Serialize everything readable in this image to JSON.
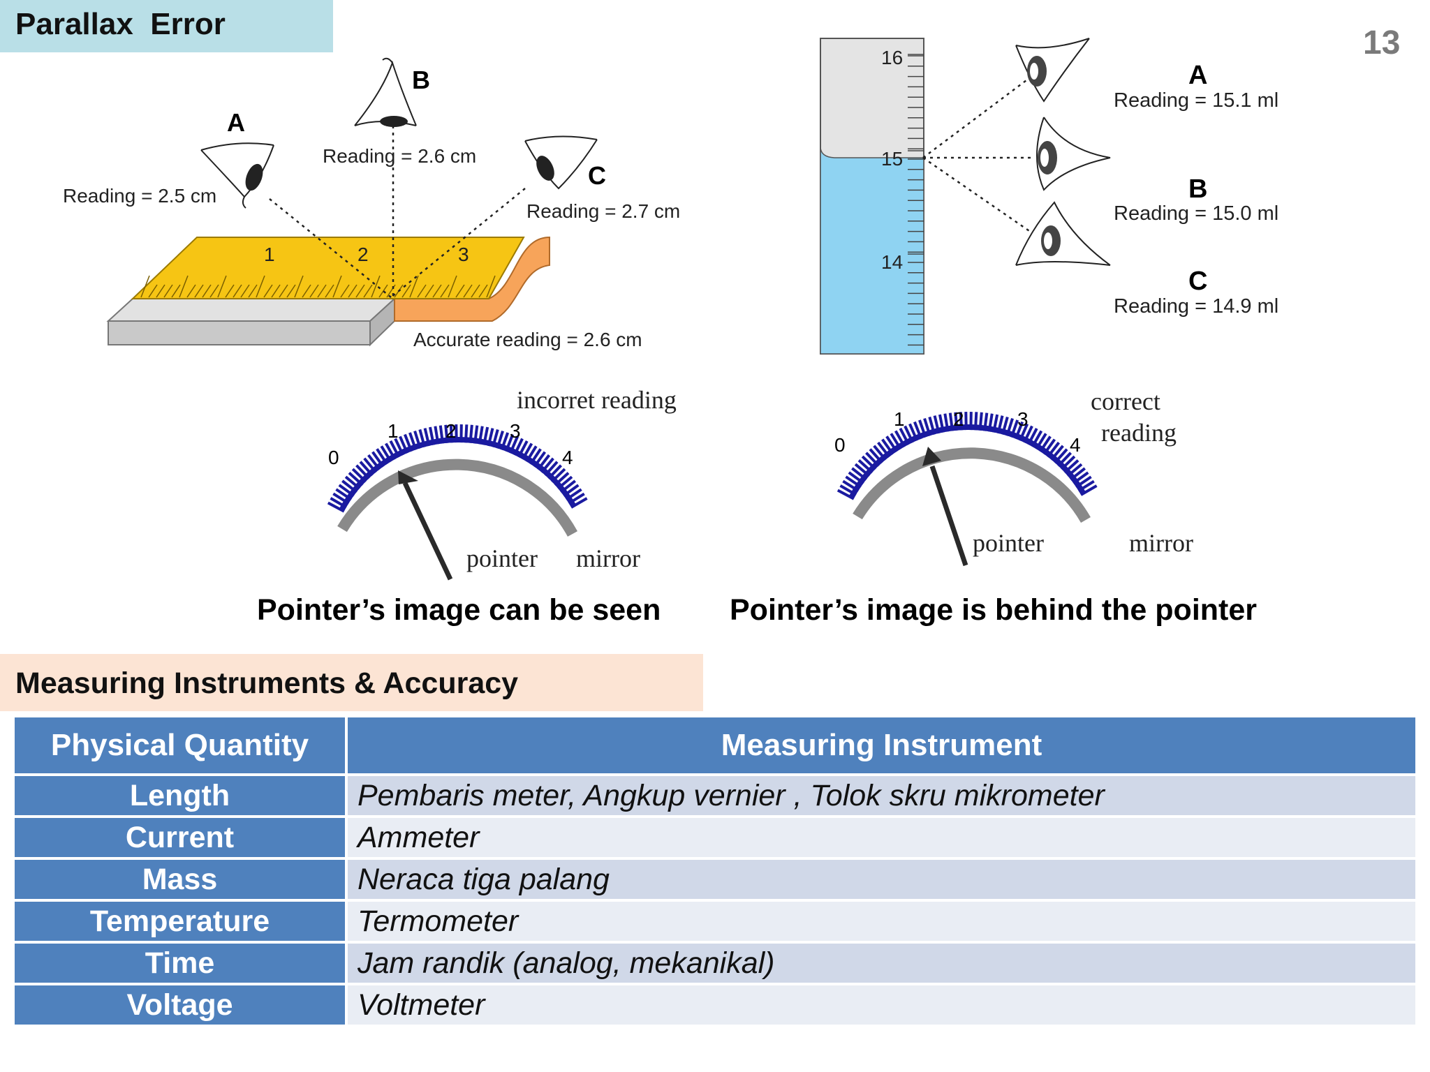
{
  "slide": {
    "title": "Parallax  Error",
    "page_number": "13"
  },
  "ruler": {
    "eye_a": {
      "letter": "A",
      "reading": "Reading = 2.5 cm"
    },
    "eye_b": {
      "letter": "B",
      "reading": "Reading = 2.6 cm"
    },
    "eye_c": {
      "letter": "C",
      "reading": "Reading = 2.7 cm"
    },
    "scale_numbers": [
      "1",
      "2",
      "3"
    ],
    "accurate_reading": "Accurate reading = 2.6 cm"
  },
  "cylinder": {
    "scale": [
      "16",
      "15",
      "14"
    ],
    "eye_a": {
      "letter": "A",
      "reading": "Reading = 15.1 ml"
    },
    "eye_b": {
      "letter": "B",
      "reading": "Reading = 15.0 ml"
    },
    "eye_c": {
      "letter": "C",
      "reading": "Reading = 14.9 ml"
    }
  },
  "meter_left": {
    "scale": [
      "0",
      "1",
      "2",
      "3",
      "4"
    ],
    "note": "incorret reading",
    "pointer_label": "pointer",
    "mirror_label": "mirror",
    "caption": "Pointer’s image can be seen"
  },
  "meter_right": {
    "scale": [
      "0",
      "1",
      "2",
      "3",
      "4"
    ],
    "note_line1": "correct",
    "note_line2": "reading",
    "pointer_label": "pointer",
    "mirror_label": "mirror",
    "caption": "Pointer’s image is behind the pointer"
  },
  "section": {
    "title": "Measuring Instruments & Accuracy"
  },
  "table": {
    "headers": [
      "Physical Quantity",
      "Measuring Instrument"
    ],
    "rows": [
      {
        "quantity": "Length",
        "instrument": "Pembaris meter, Angkup vernier , Tolok skru mikrometer"
      },
      {
        "quantity": "Current",
        "instrument": "Ammeter"
      },
      {
        "quantity": "Mass",
        "instrument": "Neraca tiga palang"
      },
      {
        "quantity": "Temperature",
        "instrument": "Termometer"
      },
      {
        "quantity": "Time",
        "instrument": "Jam randik (analog, mekanikal)"
      },
      {
        "quantity": "Voltage",
        "instrument": "Voltmeter"
      }
    ]
  },
  "colors": {
    "title_banner": "#b9dfe7",
    "section_banner": "#fce4d4",
    "table_header": "#4f81bd",
    "row_odd": "#d0d8e8",
    "row_even": "#e9edf4",
    "ruler_yellow": "#f6c514",
    "ruler_orange": "#f7a45a",
    "liquid": "#8fd3f2",
    "meter_scale": "#1a1aa0"
  }
}
